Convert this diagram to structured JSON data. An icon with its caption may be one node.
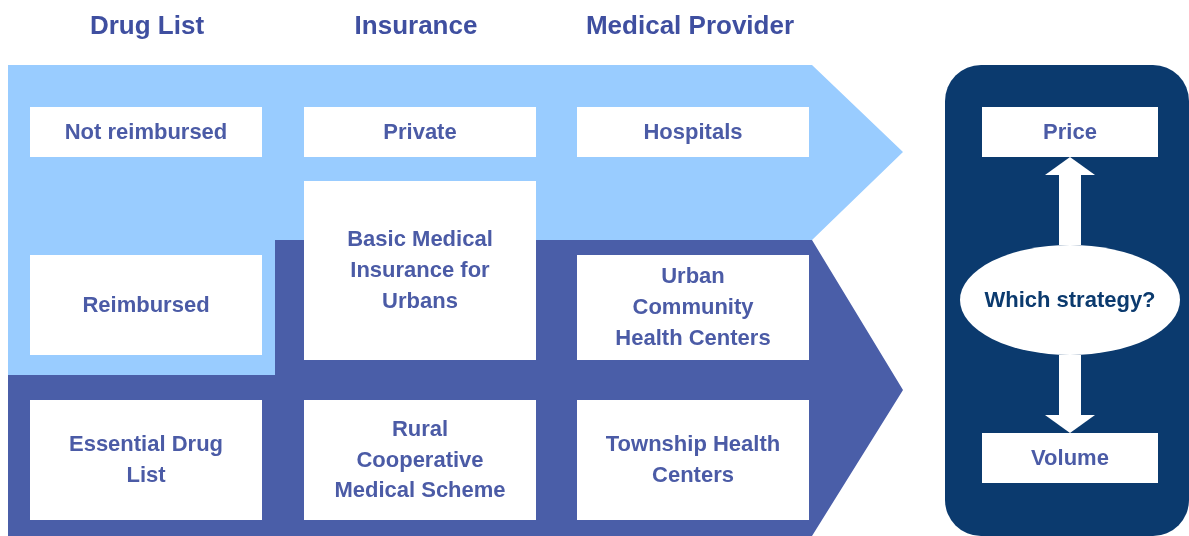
{
  "diagram": {
    "nodes": [
      {
        "text": [
          "Not reimbursed"
        ]
      },
      {
        "text": [
          "Private"
        ]
      },
      {
        "text": [
          "Hospitals"
        ]
      },
      {
        "text": [
          "Reimbursed"
        ]
      },
      {
        "text": [
          "Basic Medical Insurance for Urbans"
        ]
      },
      {
        "text": [
          "Urban Community Health Centers"
        ]
      },
      {
        "text": [
          "Essential Drug List"
        ]
      },
      {
        "text": [
          "Rural Cooperative Medical Scheme"
        ]
      },
      {
        "text": [
          "Township Health Centers"
        ]
      },
      {
        "text": [],
        "shape": "box"
      },
      {
        "text": [
          "Price"
        ],
        "in": 9
      },
      {
        "text": [
          "Which strategy?"
        ],
        "in": 9
      },
      {
        "text": [
          "Volume"
        ],
        "in": 9
      }
    ],
    "edges": [
      {
        "from": 11,
        "to": 10,
        "arrow": "to"
      },
      {
        "from": 11,
        "to": 12,
        "arrow": "to"
      }
    ],
    "labels": [
      "Drug List",
      "Insurance",
      "Medical Provider"
    ]
  }
}
